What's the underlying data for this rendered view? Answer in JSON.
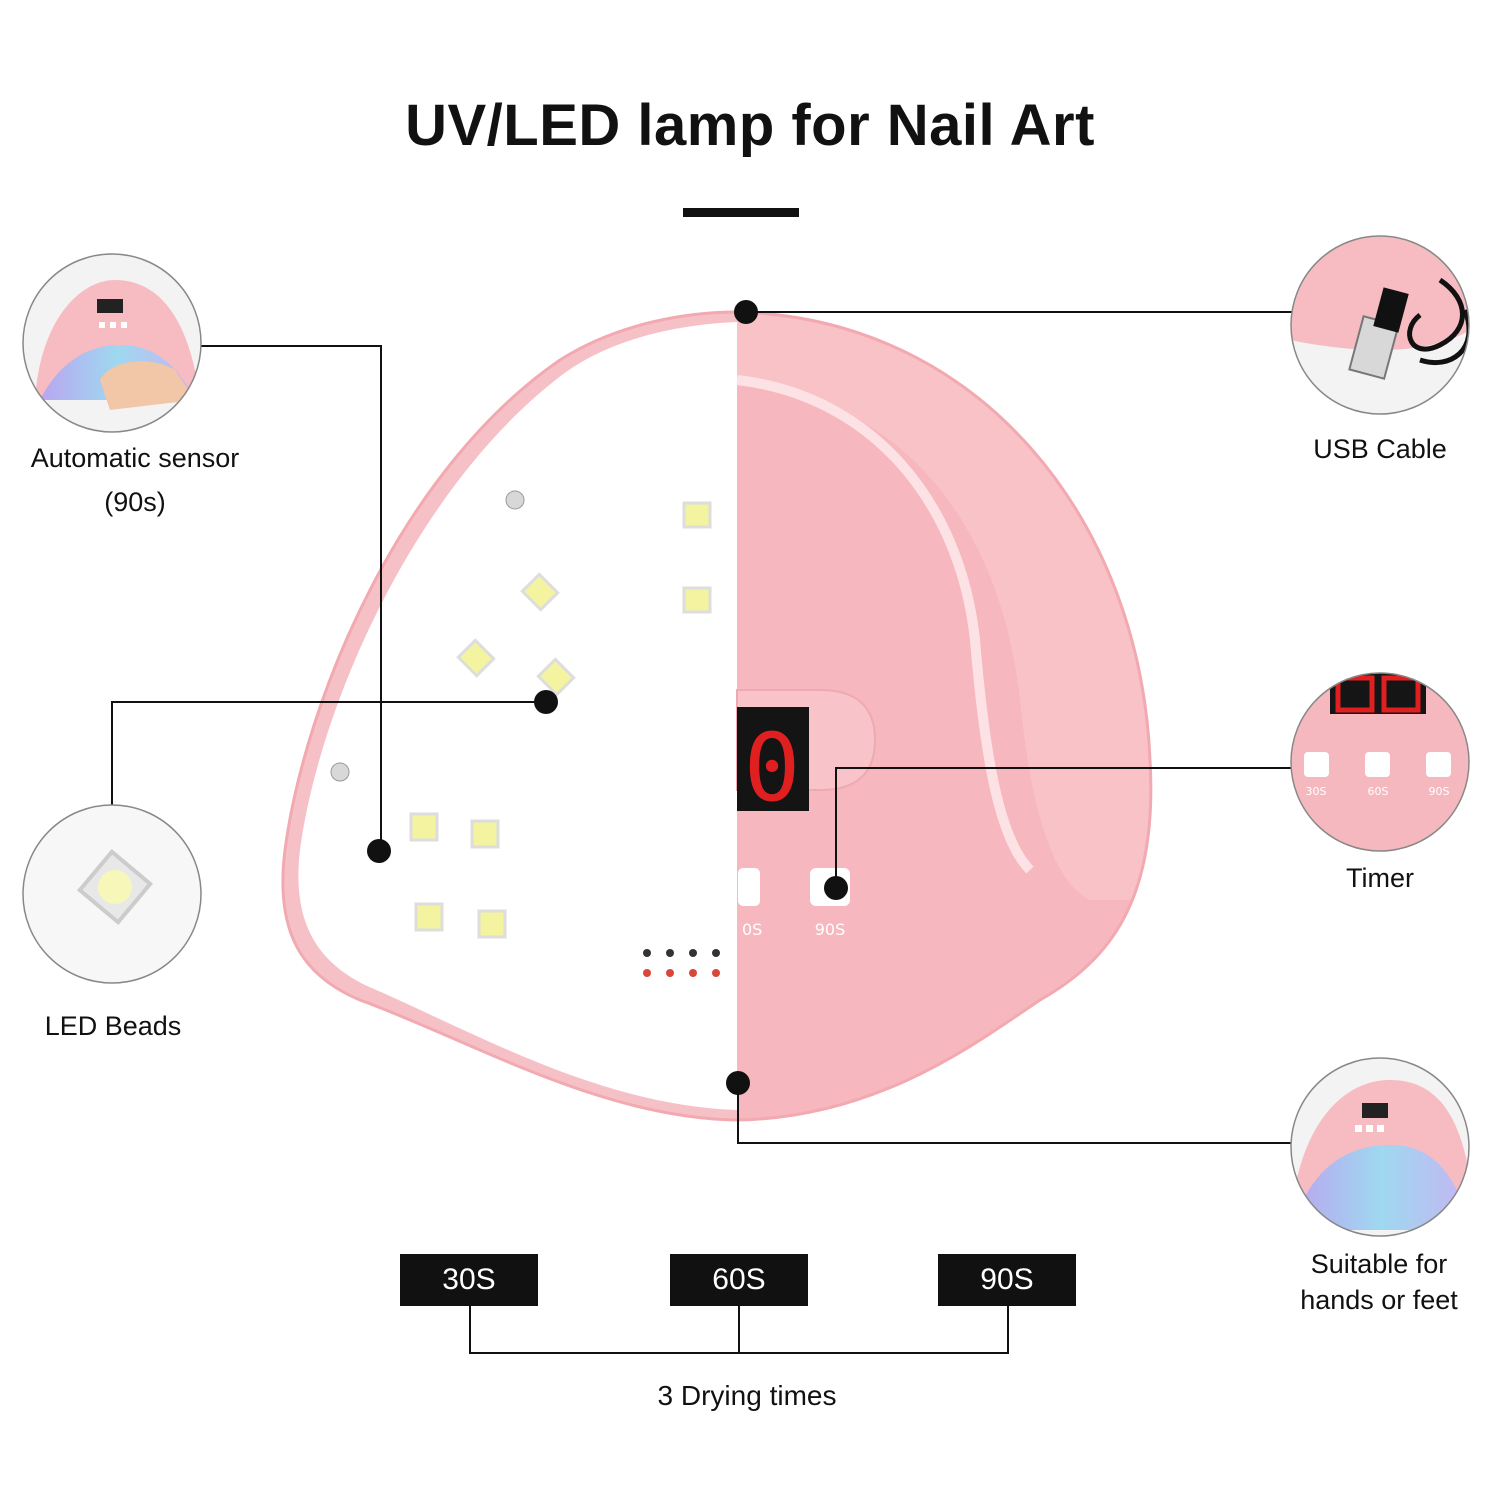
{
  "title": "UV/LED lamp for Nail Art",
  "callouts": {
    "sensor": {
      "line1": "Automatic sensor",
      "line2": "(90s)"
    },
    "beads": {
      "label": "LED Beads"
    },
    "usb": {
      "label": "USB Cable"
    },
    "timer": {
      "label": "Timer",
      "buttons": [
        "30S",
        "60S",
        "90S"
      ]
    },
    "suitable": {
      "line1": "Suitable for",
      "line2": "hands or feet"
    }
  },
  "lamp": {
    "display_digit": "0",
    "button_label": "90S",
    "button_label_partial": "0S"
  },
  "drying_times": {
    "options": [
      "30S",
      "60S",
      "90S"
    ],
    "caption": "3 Drying times"
  },
  "colors": {
    "pink": "#f6b9bf",
    "pink_light": "#fbd0d4",
    "white": "#ffffff",
    "dark": "#111111",
    "led": "#f4f4a0",
    "display_red": "#e02020"
  }
}
